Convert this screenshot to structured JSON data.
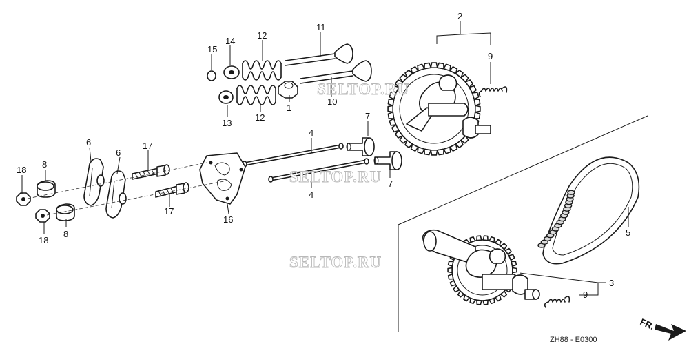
{
  "callouts": [
    {
      "id": "c1",
      "label": "1"
    },
    {
      "id": "c2",
      "label": "2"
    },
    {
      "id": "c3",
      "label": "3"
    },
    {
      "id": "c4a",
      "label": "4"
    },
    {
      "id": "c4b",
      "label": "4"
    },
    {
      "id": "c5",
      "label": "5"
    },
    {
      "id": "c6a",
      "label": "6"
    },
    {
      "id": "c6b",
      "label": "6"
    },
    {
      "id": "c7a",
      "label": "7"
    },
    {
      "id": "c7b",
      "label": "7"
    },
    {
      "id": "c8a",
      "label": "8"
    },
    {
      "id": "c8b",
      "label": "8"
    },
    {
      "id": "c9a",
      "label": "9"
    },
    {
      "id": "c9b",
      "label": "9"
    },
    {
      "id": "c10",
      "label": "10"
    },
    {
      "id": "c11",
      "label": "11"
    },
    {
      "id": "c12a",
      "label": "12"
    },
    {
      "id": "c12b",
      "label": "12"
    },
    {
      "id": "c13",
      "label": "13"
    },
    {
      "id": "c14",
      "label": "14"
    },
    {
      "id": "c15",
      "label": "15"
    },
    {
      "id": "c16",
      "label": "16"
    },
    {
      "id": "c17a",
      "label": "17"
    },
    {
      "id": "c17b",
      "label": "17"
    },
    {
      "id": "c18a",
      "label": "18"
    },
    {
      "id": "c18b",
      "label": "18"
    }
  ],
  "watermark": {
    "text": "SELTOP.RU"
  },
  "direction_label": "FR.",
  "diagram_code": "ZH88 - E0300"
}
